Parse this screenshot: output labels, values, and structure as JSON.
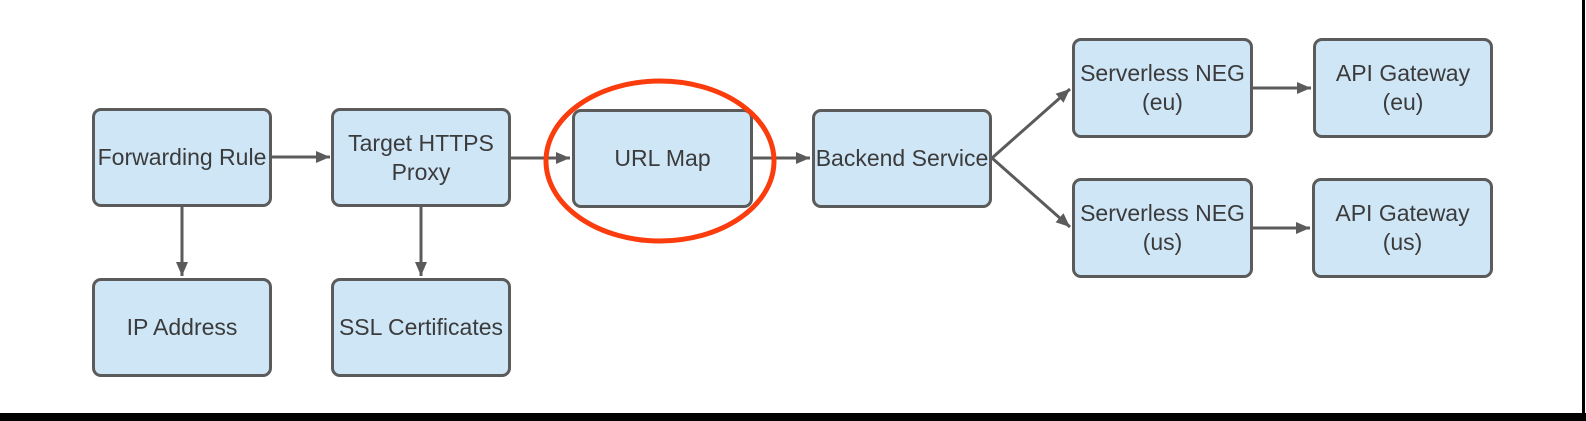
{
  "diagram": {
    "type": "flowchart",
    "nodes": [
      {
        "id": "forwarding-rule",
        "label": "Forwarding Rule",
        "lines": [
          "Forwarding Rule"
        ]
      },
      {
        "id": "target-https-proxy",
        "label": "Target HTTPS Proxy",
        "lines": [
          "Target HTTPS",
          "Proxy"
        ]
      },
      {
        "id": "url-map",
        "label": "URL Map",
        "lines": [
          "URL Map"
        ],
        "highlighted": true
      },
      {
        "id": "backend-service",
        "label": "Backend Service",
        "lines": [
          "Backend Service"
        ]
      },
      {
        "id": "ip-address",
        "label": "IP Address",
        "lines": [
          "IP Address"
        ]
      },
      {
        "id": "ssl-certificates",
        "label": "SSL Certificates",
        "lines": [
          "SSL Certificates"
        ]
      },
      {
        "id": "serverless-neg-eu",
        "label": "Serverless NEG (eu)",
        "lines": [
          "Serverless NEG",
          "(eu)"
        ]
      },
      {
        "id": "api-gateway-eu",
        "label": "API Gateway (eu)",
        "lines": [
          "API Gateway",
          "(eu)"
        ]
      },
      {
        "id": "serverless-neg-us",
        "label": "Serverless NEG (us)",
        "lines": [
          "Serverless NEG",
          "(us)"
        ]
      },
      {
        "id": "api-gateway-us",
        "label": "API Gateway (us)",
        "lines": [
          "API Gateway",
          "(us)"
        ]
      }
    ],
    "edges": [
      {
        "from": "Forwarding Rule",
        "to": "Target HTTPS Proxy"
      },
      {
        "from": "Forwarding Rule",
        "to": "IP Address"
      },
      {
        "from": "Target HTTPS Proxy",
        "to": "URL Map"
      },
      {
        "from": "Target HTTPS Proxy",
        "to": "SSL Certificates"
      },
      {
        "from": "URL Map",
        "to": "Backend Service"
      },
      {
        "from": "Backend Service",
        "to": "Serverless NEG (eu)"
      },
      {
        "from": "Backend Service",
        "to": "Serverless NEG (us)"
      },
      {
        "from": "Serverless NEG (eu)",
        "to": "API Gateway (eu)"
      },
      {
        "from": "Serverless NEG (us)",
        "to": "API Gateway (us)"
      }
    ],
    "annotation": {
      "shape": "ellipse",
      "around": "URL Map",
      "color": "#fb3c0d"
    },
    "colors": {
      "node_fill": "#cfe6f7",
      "node_border": "#5b5b5b",
      "node_text": "#3b3b3b",
      "arrow": "#5b5b5b",
      "highlight": "#fb3c0d",
      "frame": "#000000",
      "background": "#ffffff"
    }
  }
}
